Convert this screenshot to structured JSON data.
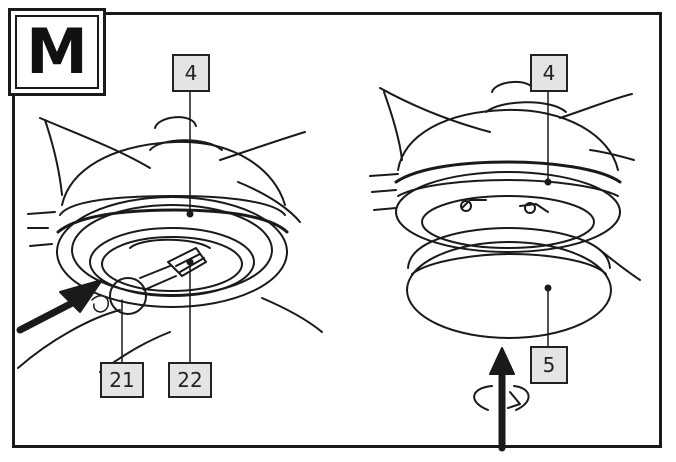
{
  "step": {
    "letter": "M"
  },
  "callouts": {
    "left_top": "4",
    "left_bulb": "21",
    "left_holder": "22",
    "right_top": "4",
    "right_cover": "5"
  },
  "colors": {
    "ink": "#1a1a1a",
    "callout_fill": "#e4e4e4",
    "background": "#ffffff"
  },
  "icons": [
    "arrow-right-icon",
    "arrow-up-rotate-icon"
  ]
}
